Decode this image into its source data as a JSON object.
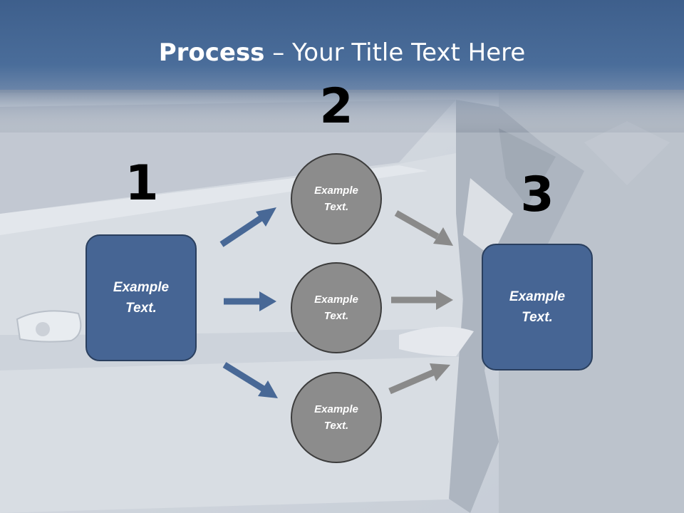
{
  "slide": {
    "title_bold": "Process",
    "title_rest": " – Your Title Text Here"
  },
  "steps": {
    "step1_number": "1",
    "step2_number": "2",
    "step3_number": "3"
  },
  "nodes": {
    "left_box": "Example\nText.",
    "circle_top": "Example\nText.",
    "circle_middle": "Example\nText.",
    "circle_bottom": "Example\nText.",
    "right_box": "Example\nText."
  },
  "colors": {
    "header_band": "#4a6d9a",
    "box_fill": "#466594",
    "box_border": "#2a3f5e",
    "circle_fill": "#8c8c8c",
    "arrow_blue": "#486896",
    "arrow_gray": "#8a8a8a"
  }
}
